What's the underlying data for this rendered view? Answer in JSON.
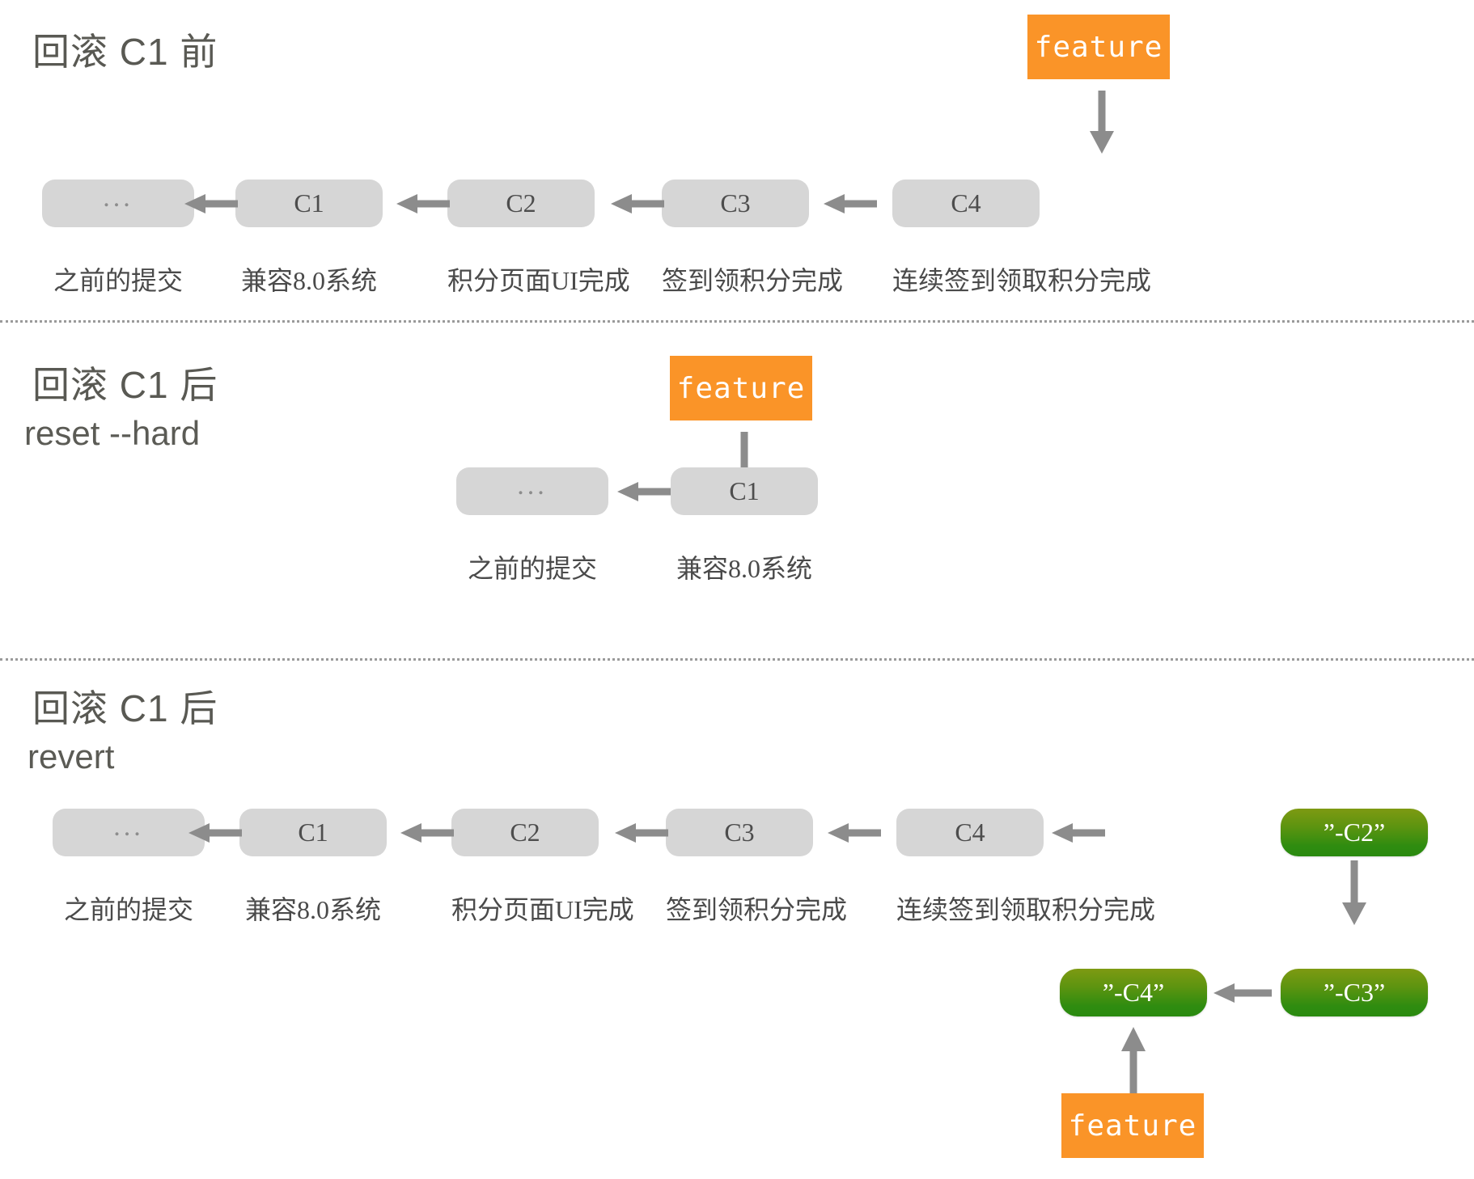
{
  "colors": {
    "node_gray": "#d6d6d6",
    "branch_orange": "#fa9428",
    "green_top": "#7e9a12",
    "green_bottom": "#2a8a10",
    "arrow_gray": "#8c8c8c",
    "text_gray": "#4d4d4d",
    "divider_gray": "#9a9a9a"
  },
  "sections": [
    {
      "id": "before-reset",
      "title": "回滚 C1 前",
      "subtitle": "",
      "branch_label": "feature",
      "commits": [
        {
          "name": "...",
          "message": "之前的提交"
        },
        {
          "name": "C1",
          "message": "兼容8.0系统"
        },
        {
          "name": "C2",
          "message": "积分页面UI完成"
        },
        {
          "name": "C3",
          "message": "签到领积分完成"
        },
        {
          "name": "C4",
          "message": "连续签到领取积分完成"
        }
      ]
    },
    {
      "id": "after-reset-hard",
      "title": "回滚 C1 后",
      "subtitle": "reset --hard",
      "branch_label": "feature",
      "commits": [
        {
          "name": "...",
          "message": "之前的提交"
        },
        {
          "name": "C1",
          "message": "兼容8.0系统"
        }
      ]
    },
    {
      "id": "after-revert",
      "title": "回滚 C1 后",
      "subtitle": "revert",
      "branch_label": "feature",
      "commits": [
        {
          "name": "...",
          "message": "之前的提交"
        },
        {
          "name": "C1",
          "message": "兼容8.0系统"
        },
        {
          "name": "C2",
          "message": "积分页面UI完成"
        },
        {
          "name": "C3",
          "message": "签到领积分完成"
        },
        {
          "name": "C4",
          "message": "连续签到领取积分完成"
        }
      ],
      "revert_commits": [
        {
          "name": "”-C2”"
        },
        {
          "name": "”-C3”"
        },
        {
          "name": "”-C4”"
        }
      ]
    }
  ]
}
